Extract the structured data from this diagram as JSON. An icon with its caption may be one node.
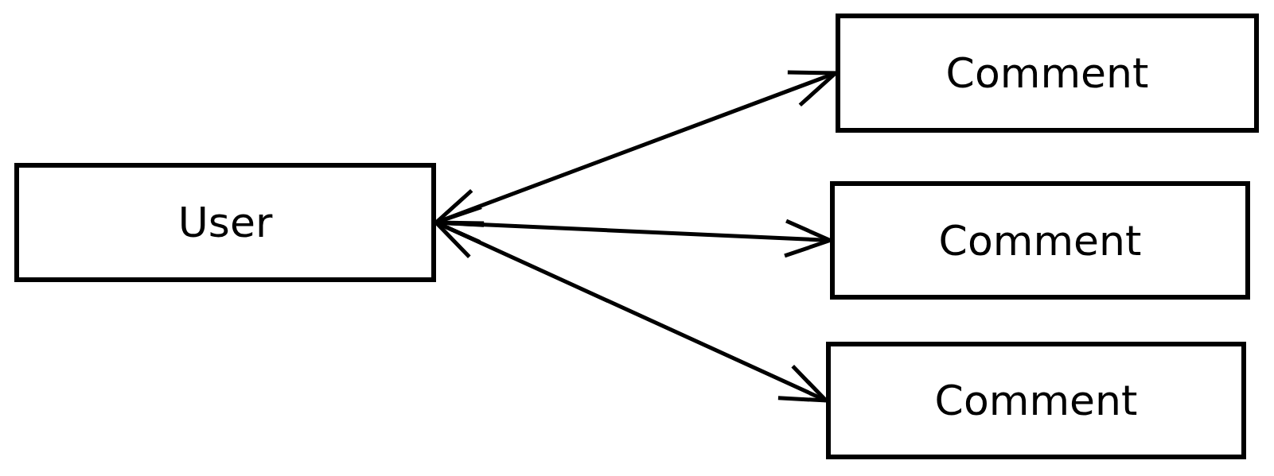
{
  "diagram": {
    "nodes": [
      {
        "text": [
          "User"
        ]
      },
      {
        "text": [
          "Comment"
        ]
      },
      {
        "text": [
          "Comment"
        ]
      },
      {
        "text": [
          "Comment"
        ]
      }
    ],
    "edges": [
      {
        "from": 0,
        "to": 1,
        "arrow": "both"
      },
      {
        "from": 0,
        "to": 2,
        "arrow": "both"
      },
      {
        "from": 0,
        "to": 3,
        "arrow": "both"
      }
    ]
  }
}
